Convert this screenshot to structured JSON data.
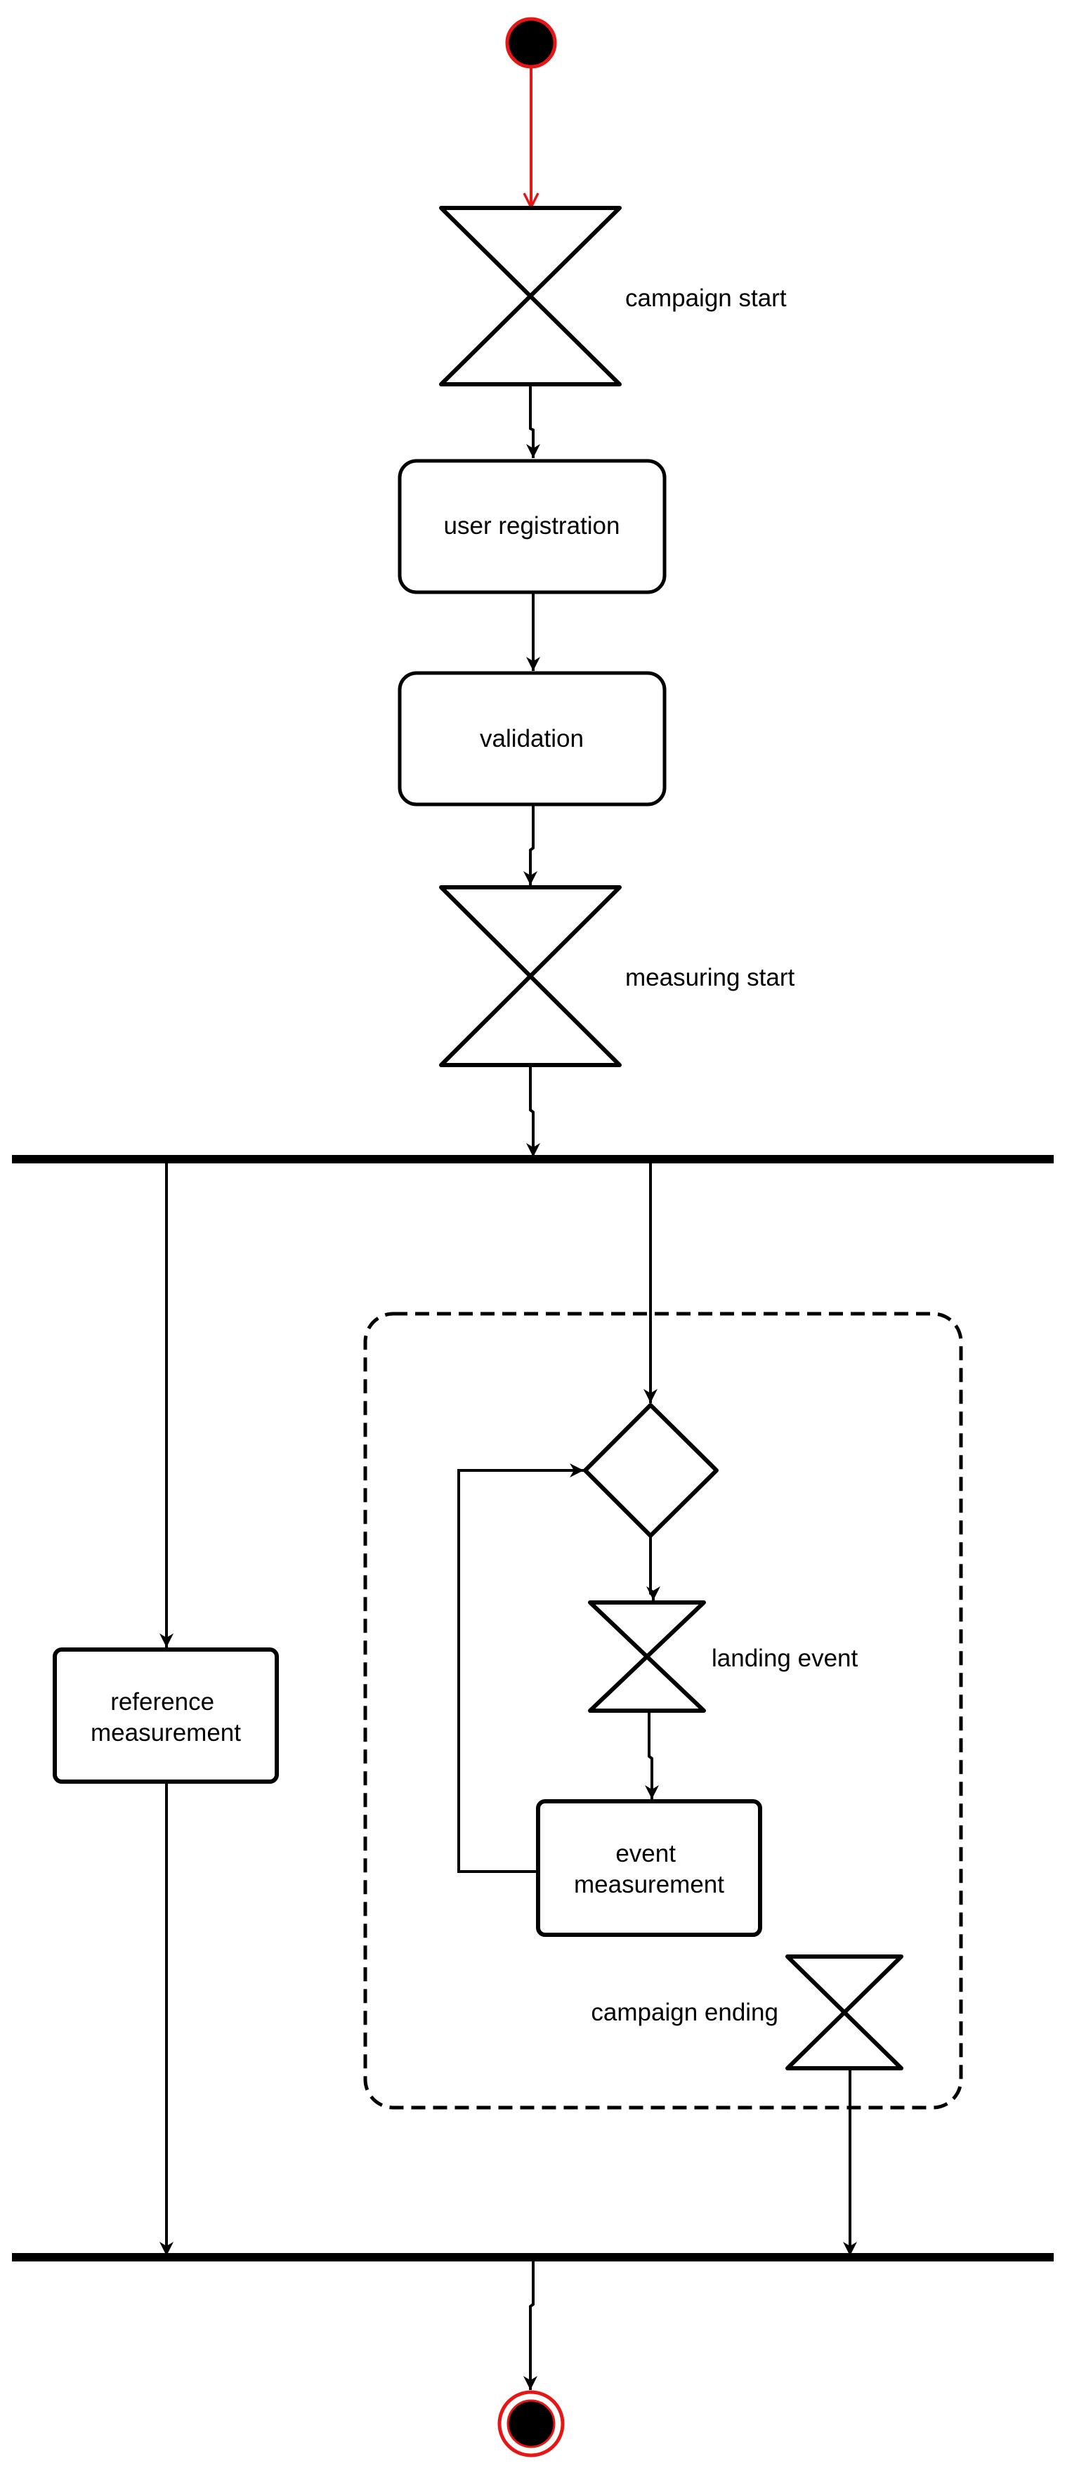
{
  "diagram": {
    "type": "UML activity diagram",
    "colors": {
      "stroke": "#000000",
      "initial_node_outline": "#e81515",
      "initial_edge": "#e81515",
      "final_node_outline": "#e81515",
      "fill_dark": "#000000",
      "background": "#ffffff"
    },
    "nodes": {
      "initial": {
        "kind": "initial-node"
      },
      "campaign_start": {
        "kind": "time-event",
        "label": "campaign start"
      },
      "user_registration": {
        "kind": "action",
        "label": "user registration"
      },
      "validation": {
        "kind": "action",
        "label": "validation"
      },
      "measuring_start": {
        "kind": "time-event",
        "label": "measuring start"
      },
      "fork": {
        "kind": "fork-bar"
      },
      "interruptible_region": {
        "kind": "interruptible-region"
      },
      "merge_decision": {
        "kind": "decision"
      },
      "landing_event": {
        "kind": "time-event",
        "label": "landing event"
      },
      "event_measurement": {
        "kind": "action",
        "label_lines": [
          "event",
          "measurement"
        ]
      },
      "campaign_ending": {
        "kind": "time-event",
        "label": "campaign ending"
      },
      "reference_measurement": {
        "kind": "action",
        "label_lines": [
          "reference",
          "measurement"
        ]
      },
      "join": {
        "kind": "join-bar"
      },
      "final": {
        "kind": "activity-final-node"
      }
    }
  }
}
